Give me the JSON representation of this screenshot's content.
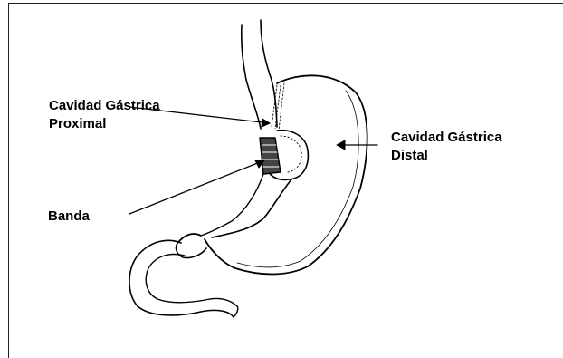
{
  "labels": {
    "proximal_line1": "Cavidad Gástrica",
    "proximal_line2": "Proximal",
    "distal_line1": "Cavidad Gástrica",
    "distal_line2": "Distal",
    "banda": "Banda"
  },
  "colors": {
    "ink": "#000000",
    "background": "#ffffff"
  }
}
